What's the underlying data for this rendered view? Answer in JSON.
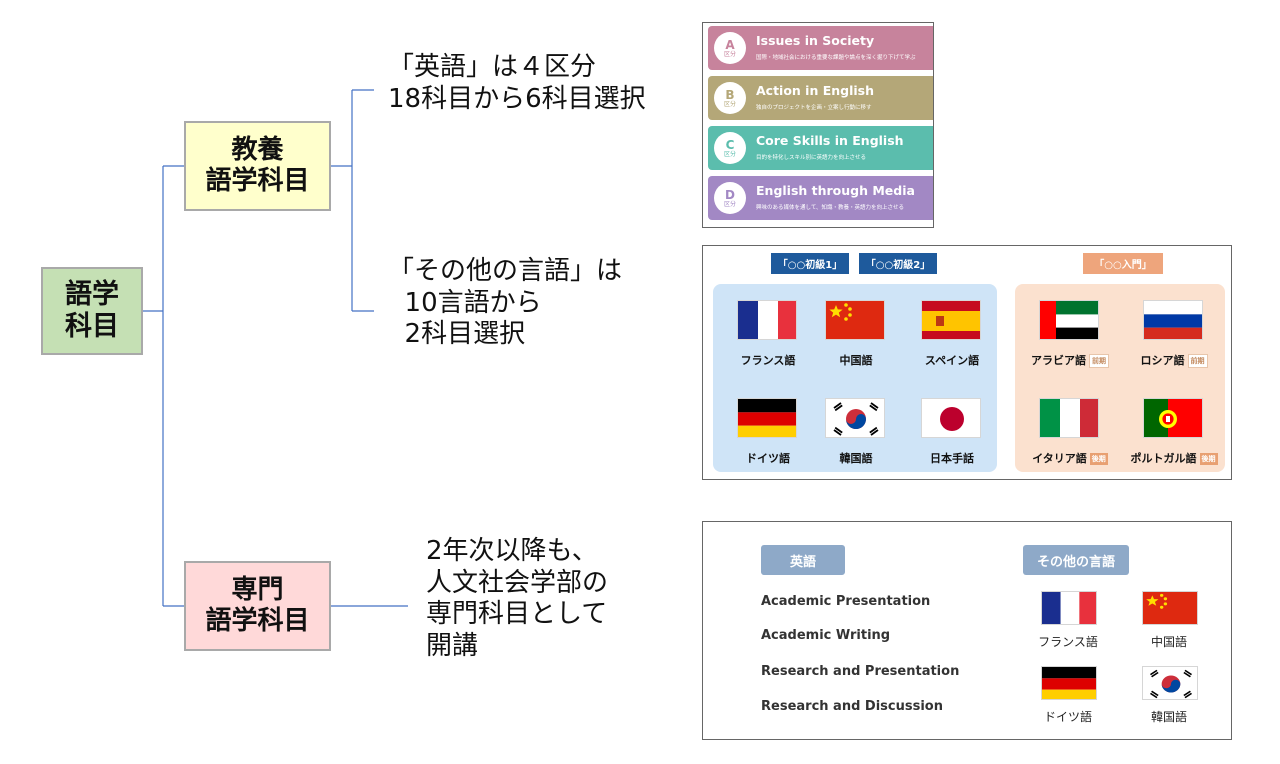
{
  "colors": {
    "connector": "#4472c4",
    "root_fill": "#c5e0b4",
    "kyoyo_fill": "#ffffcc",
    "senmon_fill": "#ffd9d9",
    "section_a": "#c7839c",
    "section_b": "#b4a778",
    "section_c": "#5bbdad",
    "section_d": "#a288c4",
    "tag_shokyu": "#1e5a9c",
    "tag_nyumon": "#eea57c",
    "tag_senmon": "#8ea9c8"
  },
  "nodes": {
    "root": {
      "line1": "語学",
      "line2": "科目"
    },
    "kyoyo": {
      "line1": "教養",
      "line2": "語学科目"
    },
    "senmon": {
      "line1": "専門",
      "line2": "語学科目"
    }
  },
  "notes": {
    "english": "「英語」は４区分\n18科目から6科目選択",
    "other": "「その他の言語」は\n  10言語から\n  2科目選択",
    "senmon": "2年次以降も、\n人文社会学部の\n専門科目として\n開講"
  },
  "english_sections": [
    {
      "letter": "A",
      "kubun": "区分",
      "title": "Issues in Society",
      "desc": "国際・地域社会における重要な課題や論点を深く掘り下げて学ぶ",
      "color": "#c7839c"
    },
    {
      "letter": "B",
      "kubun": "区分",
      "title": "Action in English",
      "desc": "独自のプロジェクトを企画・立案し行動に移す",
      "color": "#b4a778"
    },
    {
      "letter": "C",
      "kubun": "区分",
      "title": "Core Skills in English",
      "desc": "目的を特化しスキル別に英語力を向上させる",
      "color": "#5bbdad"
    },
    {
      "letter": "D",
      "kubun": "区分",
      "title": "English through Media",
      "desc": "興味のある媒体を通して、知識・教養・英語力を向上させる",
      "color": "#a288c4"
    }
  ],
  "other_languages": {
    "tags": {
      "shokyu1": "「○○初級1」",
      "shokyu2": "「○○初級2」",
      "nyumon": "「○○入門」"
    },
    "shokyu": [
      {
        "name": "フランス語",
        "flag": "france"
      },
      {
        "name": "中国語",
        "flag": "china"
      },
      {
        "name": "スペイン語",
        "flag": "spain"
      },
      {
        "name": "ドイツ語",
        "flag": "germany"
      },
      {
        "name": "韓国語",
        "flag": "korea"
      },
      {
        "name": "日本手話",
        "flag": "japan"
      }
    ],
    "nyumon": [
      {
        "name": "アラビア語",
        "flag": "uae",
        "term": "前期"
      },
      {
        "name": "ロシア語",
        "flag": "russia",
        "term": "前期"
      },
      {
        "name": "イタリア語",
        "flag": "italy",
        "term": "後期"
      },
      {
        "name": "ポルトガル語",
        "flag": "portugal",
        "term": "後期"
      }
    ]
  },
  "senmon_panel": {
    "english_tag": "英語",
    "other_tag": "その他の言語",
    "courses": [
      "Academic Presentation",
      "Academic Writing",
      "Research and Presentation",
      "Research and Discussion"
    ],
    "languages": [
      {
        "name": "フランス語",
        "flag": "france"
      },
      {
        "name": "中国語",
        "flag": "china"
      },
      {
        "name": "ドイツ語",
        "flag": "germany"
      },
      {
        "name": "韓国語",
        "flag": "korea"
      }
    ]
  }
}
